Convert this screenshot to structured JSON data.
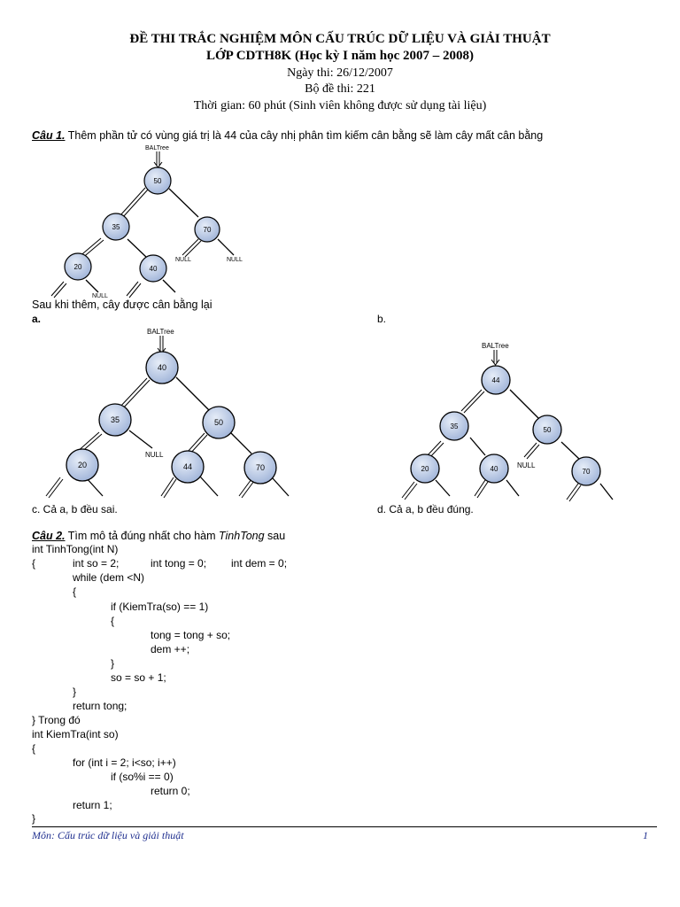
{
  "header": {
    "title_line1": "ĐỀ THI TRẮC NGHIỆM MÔN CẤU TRÚC DỮ LIỆU VÀ GIẢI THUẬT",
    "title_line2": "LỚP CDTH8K (Học kỳ I năm học 2007 – 2008)",
    "date": "Ngày thi: 26/12/2007",
    "exam_code": "Bộ đề thi: 221",
    "time": "Thời gian: 60 phút (Sinh viên không được sử dụng tài liệu)"
  },
  "q1": {
    "number": "Câu 1.",
    "text": " Thêm phần tử có vùng giá trị là 44 của cây nhị phân tìm kiếm cân bằng sẽ làm cây mất cân bằng",
    "after_text": "Sau khi thêm, cây được cân bằng lại",
    "option_a": "a.",
    "option_b": "b.",
    "option_c": "c. Cả a, b đều sai.",
    "option_d": "d. Cả a, b đều đúng.",
    "tree_root_label": "BALTree",
    "null_label": "NULL",
    "tree_original": [
      "50",
      "35",
      "70",
      "20",
      "40"
    ],
    "tree_a": [
      "40",
      "35",
      "50",
      "20",
      "44",
      "70"
    ],
    "tree_b": [
      "44",
      "35",
      "50",
      "20",
      "40",
      "70"
    ]
  },
  "q2": {
    "number": "Câu 2.",
    "text_before": " Tìm mô tả đúng nhất cho hàm ",
    "func_name": "TinhTong",
    "text_after": " sau",
    "code": {
      "l1": "int TinhTong(int N)",
      "l2a": "{",
      "l2b": "int so = 2;",
      "l2c": "int tong = 0;",
      "l2d": "int dem = 0;",
      "l3": "while (dem <N)",
      "l4": "{",
      "l5": "if (KiemTra(so) == 1)",
      "l6": "{",
      "l7": "tong = tong + so;",
      "l8": "dem ++;",
      "l9": "}",
      "l10": "so = so + 1;",
      "l11": "}",
      "l12": "return tong;",
      "l13": "} Trong đó",
      "l14": "int KiemTra(int so)",
      "l15": "{",
      "l16": "for (int i = 2; i<so; i++)",
      "l17": "if (so%i == 0)",
      "l18": "return 0;",
      "l19": "return 1;",
      "l20": "}"
    }
  },
  "footer": {
    "subject": "Môn: Cấu trúc dữ liệu và giải thuật",
    "page": "1"
  }
}
